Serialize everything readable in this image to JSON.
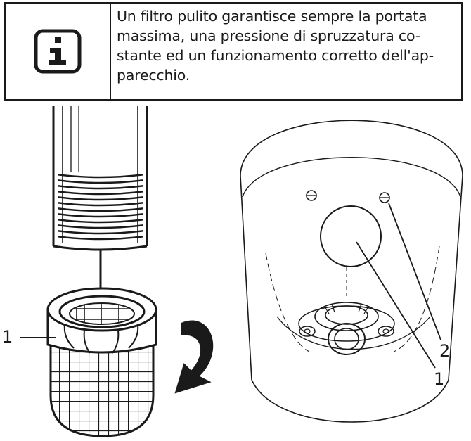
{
  "info_note": {
    "icon": "info-icon",
    "lines": [
      "Un filtro pulito garantisce sempre la portata",
      "massima, una pressione di spruzzatura co-",
      "stante ed un funzionamento corretto dell'ap-",
      "parecchio."
    ]
  },
  "figure": {
    "left_callout": "1",
    "right_callouts": [
      "2",
      "1"
    ]
  }
}
